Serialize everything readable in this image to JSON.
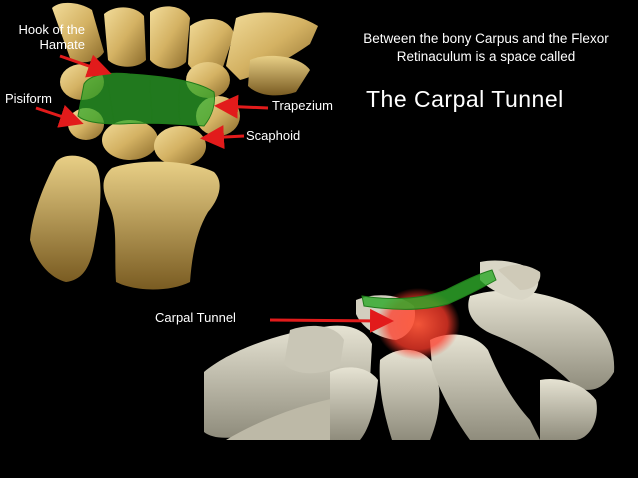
{
  "labels": {
    "hook_line1": "Hook of the",
    "hook_line2": "Hamate",
    "pisiform": "Pisiform",
    "trapezium": "Trapezium",
    "scaphoid": "Scaphoid",
    "carpal_tunnel_pointer": "Carpal Tunnel"
  },
  "description": "Between the bony Carpus and the Flexor Retinaculum is a space called",
  "title": "The Carpal Tunnel",
  "colors": {
    "background": "#000000",
    "bone": "#d6b96a",
    "retinaculum_overlay": "#2ea82a",
    "tunnel_highlight": "#ff3b2a",
    "arrow": "#e21b1b",
    "text": "#ffffff"
  }
}
